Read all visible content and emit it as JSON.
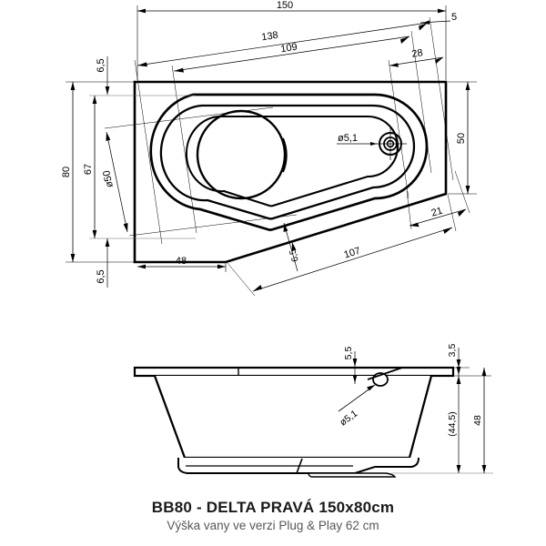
{
  "document": {
    "kind": "technical-drawing",
    "product_title": "BB80 - DELTA PRAVÁ 150x80cm",
    "product_subtitle": "Výška vany ve verzi Plug & Play 62 cm",
    "line_color": "#000000",
    "thin_line_color": "#1a1a1a",
    "subtitle_color": "#58585a",
    "background": "#ffffff"
  },
  "views": {
    "plan": {
      "name": "plan-view",
      "dimensions": {
        "overall_length": "150",
        "top_offset_right": "5",
        "inner_length_upper": "138",
        "inner_length_lower": "109",
        "right_inset": "28",
        "right_height": "50",
        "left_edge_top": "6,5",
        "left_edge_bottom": "6,5",
        "overall_width": "80",
        "inner_width": "67",
        "bowl_diameter": "ø50",
        "drain_diameter": "ø5,1",
        "left_bottom_run": "48",
        "angled_bottom_run": "107",
        "angled_offset": "6,5",
        "right_bottom_inset": "21"
      }
    },
    "section": {
      "name": "section-view",
      "dimensions": {
        "rim_overhang": "5,5",
        "rim_thickness": "3,5",
        "drain_diameter": "ø5,1",
        "inner_depth": "(44,5)",
        "total_height": "48"
      }
    }
  }
}
